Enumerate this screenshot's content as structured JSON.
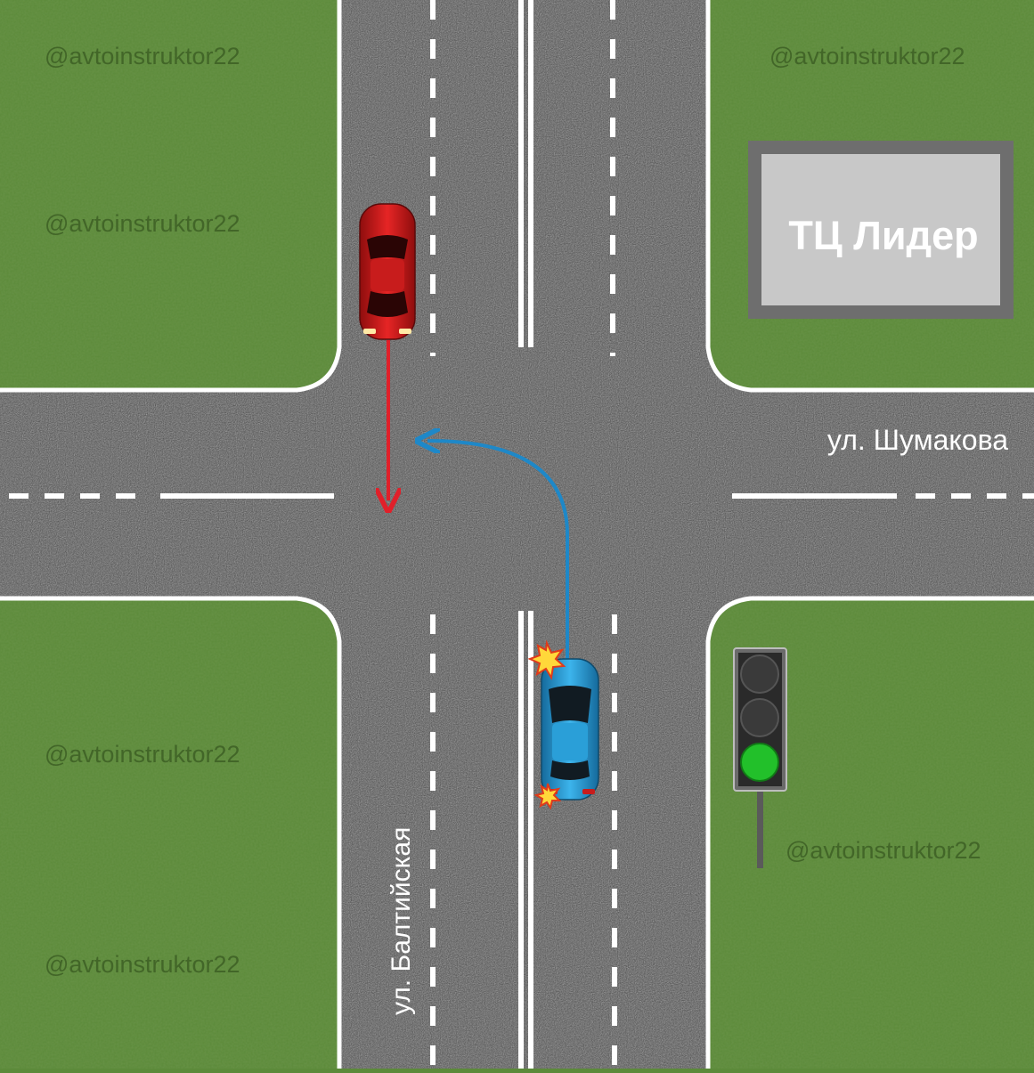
{
  "streets": {
    "horizontal": "ул. Шумакова",
    "vertical": "ул. Балтийская"
  },
  "building": {
    "label": "ТЦ Лидер"
  },
  "watermark": "@avtoinstruktor22",
  "traffic_light": {
    "active_signal": "green"
  },
  "colors": {
    "grass": "#5c8a3a",
    "asphalt": "#4a4a4a",
    "red_car": "#d81e1e",
    "blue_car": "#2a9fd8",
    "red_arrow": "#e0202a",
    "blue_arrow": "#1e88c8",
    "light_green": "#22c02a",
    "building_fill": "#c8c8c8",
    "building_border": "#6e6e6e"
  }
}
